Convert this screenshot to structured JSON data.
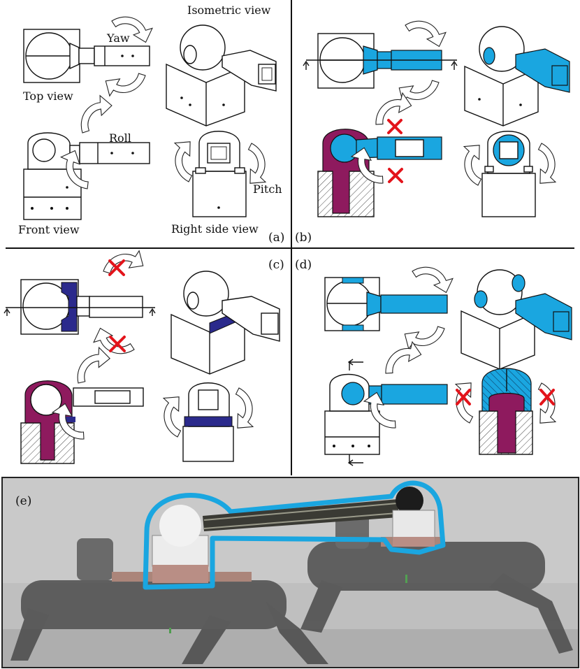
{
  "panels": {
    "a": {
      "label": "(a)",
      "views": {
        "top": "Top view",
        "iso": "Isometric view",
        "front": "Front view",
        "right": "Right side view"
      },
      "motions": {
        "yaw": "Yaw",
        "roll": "Roll",
        "pitch": "Pitch"
      }
    },
    "b": {
      "label": "(b)"
    },
    "c": {
      "label": "(c)"
    },
    "d": {
      "label": "(d)"
    },
    "e": {
      "label": "(e)"
    }
  },
  "colors": {
    "highlight_cyan": "#1aa6e0",
    "section_purple": "#8e1a5e",
    "clamp_navy": "#2b2a8c",
    "cross_red": "#e3141b",
    "photo_outline": "#1aa6e0"
  }
}
